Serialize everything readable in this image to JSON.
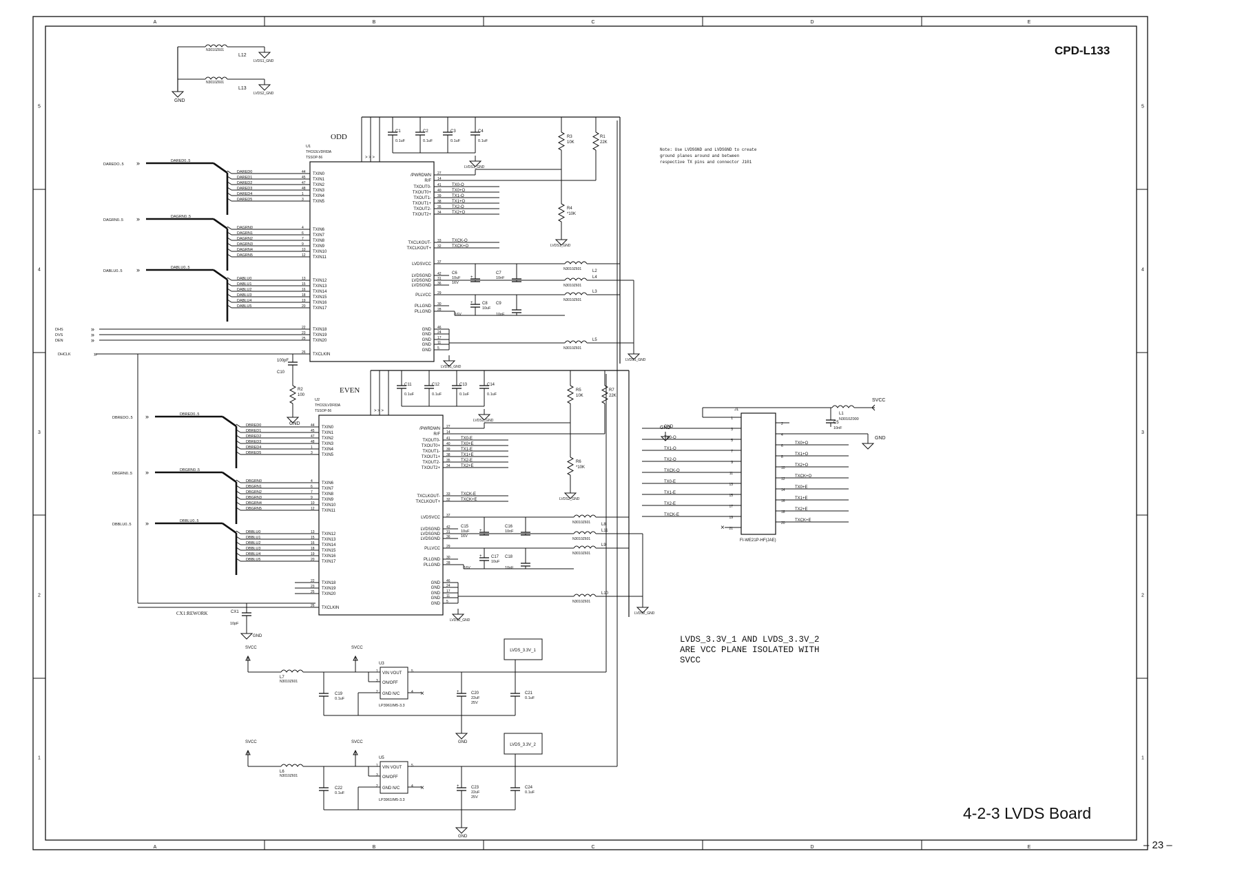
{
  "title": "CPD-L133",
  "caption": "4-2-3 LVDS Board",
  "page_number": "– 23 –",
  "zones": {
    "cols": [
      "A",
      "B",
      "C",
      "D",
      "E"
    ],
    "rows": [
      "5",
      "4",
      "3",
      "2",
      "1"
    ]
  },
  "note_small": "Note: Use LVDSGND and LVDSGND to create ground planes around and between respective TX pins and connector J101",
  "note_large": [
    "LVDS_3.3V_1 AND LVDS_3.3V_2",
    "ARE VCC PLANE ISOLATED WITH",
    "SVCC"
  ],
  "top_filters": [
    {
      "part": "N3010Z601",
      "ref": "L12",
      "net": "LVDS1_GND"
    },
    {
      "part": "N3010Z601",
      "ref": "L13",
      "net": "LVDS2_GND"
    }
  ],
  "gnd": "GND",
  "odd": {
    "label": "ODD",
    "chip": [
      "U1",
      "THC63LVDF83A",
      "TSSOP-56"
    ],
    "buses": [
      {
        "name": "DAREDO..5",
        "inner": "DARED0..5",
        "nets": [
          "DARED0",
          "DARED1",
          "DARED2",
          "DARED3",
          "DARED4",
          "DARED5"
        ],
        "pins": [
          "44",
          "45",
          "47",
          "48",
          "1",
          "3"
        ],
        "txin": [
          "TXIN0",
          "TXIN1",
          "TXIN2",
          "TXIN3",
          "TXIN4",
          "TXIN5"
        ]
      },
      {
        "name": "DAGRN0..5",
        "inner": "DAGRN0..5",
        "nets": [
          "DAGRN0",
          "DAGRN1",
          "DAGRN2",
          "DAGRN3",
          "DAGRN4",
          "DAGRN5"
        ],
        "pins": [
          "4",
          "6",
          "7",
          "9",
          "10",
          "12"
        ],
        "txin": [
          "TXIN6",
          "TXIN7",
          "TXIN8",
          "TXIN9",
          "TXIN10",
          "TXIN11"
        ]
      },
      {
        "name": "DABLU0..5",
        "inner": "DABLU0..5",
        "nets": [
          "DABLU0",
          "DABLU1",
          "DABLU2",
          "DABLU3",
          "DABLU4",
          "DABLU5"
        ],
        "pins": [
          "13",
          "15",
          "16",
          "18",
          "19",
          "20"
        ],
        "txin": [
          "TXIN12",
          "TXIN13",
          "TXIN14",
          "TXIN15",
          "TXIN16",
          "TXIN17"
        ]
      }
    ],
    "sync_nets": [
      "DHS",
      "DVS",
      "DEN"
    ],
    "sync_pins": [
      "22",
      "23",
      "25"
    ],
    "sync_txin": [
      "TXIN18",
      "TXIN19",
      "TXIN20"
    ],
    "clk_net": "DHCLK",
    "clk_pin": "26",
    "clk_label": "TXCLKIN",
    "right_pins": [
      {
        "name": "/PWRDWN",
        "pin": "27",
        "net": ""
      },
      {
        "name": "R/F",
        "pin": "14",
        "net": ""
      },
      {
        "name": "TXOUT0-",
        "pin": "41",
        "net": "TX0-O"
      },
      {
        "name": "TXOUT0+",
        "pin": "40",
        "net": "TX0+O"
      },
      {
        "name": "TXOUT1-",
        "pin": "39",
        "net": "TX1-O"
      },
      {
        "name": "TXOUT1+",
        "pin": "38",
        "net": "TX1+O"
      },
      {
        "name": "TXOUT2-",
        "pin": "35",
        "net": "TX2-O"
      },
      {
        "name": "TXOUT2+",
        "pin": "34",
        "net": "TX2+O"
      },
      {
        "name": "TXCLKOUT-",
        "pin": "33",
        "net": "TXCK-O"
      },
      {
        "name": "TXCLKOUT+",
        "pin": "32",
        "net": "TXCK+O"
      },
      {
        "name": "LVDSVCC",
        "pin": "37",
        "net": ""
      },
      {
        "name": "LVDSGND",
        "pin": "42",
        "net": ""
      },
      {
        "name": "LVDSGND",
        "pin": "31",
        "net": ""
      },
      {
        "name": "LVDSGND",
        "pin": "36",
        "net": ""
      },
      {
        "name": "PLLVCC",
        "pin": "29",
        "net": ""
      },
      {
        "name": "PLLGND",
        "pin": "30",
        "net": ""
      },
      {
        "name": "PLLGND",
        "pin": "28",
        "net": ""
      },
      {
        "name": "GND",
        "pin": "46",
        "net": ""
      },
      {
        "name": "GND",
        "pin": "24",
        "net": ""
      },
      {
        "name": "GND",
        "pin": "17",
        "net": ""
      },
      {
        "name": "GND",
        "pin": "11",
        "net": ""
      },
      {
        "name": "GND",
        "pin": "5",
        "net": ""
      }
    ],
    "caps": [
      {
        "ref": "C1",
        "val": "0.1uF"
      },
      {
        "ref": "C2",
        "val": "0.1uF"
      },
      {
        "ref": "C3",
        "val": "0.1uF"
      },
      {
        "ref": "C4",
        "val": "0.1uF"
      }
    ],
    "res": [
      {
        "ref": "R3",
        "val": "10K"
      },
      {
        "ref": "R1",
        "val": "22K"
      },
      {
        "ref": "R4",
        "val": "*10K"
      }
    ],
    "lv": [
      {
        "ref": "C6",
        "val": "10uF",
        "v": "16V"
      },
      {
        "ref": "C7",
        "val": "10nF"
      },
      {
        "ref": "C8",
        "val": "10uF",
        "v": "16V"
      },
      {
        "ref": "C9",
        "val": "10nF"
      }
    ],
    "inductors": [
      {
        "ref": "L2",
        "part": "N3010Z601"
      },
      {
        "ref": "L4",
        "part": "N3010Z601"
      },
      {
        "ref": "L3",
        "part": "N3010Z601"
      },
      {
        "ref": "L5",
        "part": "N3010Z601"
      }
    ],
    "gnd_net": "LVDS1_GND",
    "clk_cap": {
      "ref": "C10",
      "val": "100pF"
    },
    "pull_res": {
      "ref": "R2",
      "val": "100"
    }
  },
  "even": {
    "label": "EVEN",
    "chip": [
      "U2",
      "THC63LVDF83A",
      "TSSOP-56"
    ],
    "buses": [
      {
        "name": "DBREDO..5",
        "inner": "DBRED0..5",
        "nets": [
          "DBRED0",
          "DBRED1",
          "DBRED2",
          "DBRED3",
          "DBRED4",
          "DBRED5"
        ],
        "pins": [
          "44",
          "45",
          "47",
          "48",
          "1",
          "3"
        ],
        "txin": [
          "TXIN0",
          "TXIN1",
          "TXIN2",
          "TXIN3",
          "TXIN4",
          "TXIN5"
        ]
      },
      {
        "name": "DBGRN0..5",
        "inner": "DBGRN0..5",
        "nets": [
          "DBGRN0",
          "DBGRN1",
          "DBGRN2",
          "DBGRN3",
          "DBGRN4",
          "DBGRN5"
        ],
        "pins": [
          "4",
          "6",
          "7",
          "9",
          "10",
          "12"
        ],
        "txin": [
          "TXIN6",
          "TXIN7",
          "TXIN8",
          "TXIN9",
          "TXIN10",
          "TXIN11"
        ]
      },
      {
        "name": "DBBLU0..5",
        "inner": "DBBLU0..5",
        "nets": [
          "DBBLU0",
          "DBBLU1",
          "DBBLU2",
          "DBBLU3",
          "DBBLU4",
          "DBBLU5"
        ],
        "pins": [
          "13",
          "15",
          "16",
          "18",
          "19",
          "20"
        ],
        "txin": [
          "TXIN12",
          "TXIN13",
          "TXIN14",
          "TXIN15",
          "TXIN16",
          "TXIN17"
        ]
      }
    ],
    "sync_pins": [
      "22",
      "23",
      "25"
    ],
    "sync_txin": [
      "TXIN18",
      "TXIN19",
      "TXIN20"
    ],
    "clk_pin": "26",
    "clk_label": "TXCLKIN",
    "right_pins": [
      {
        "name": "/PWRDWN",
        "pin": "27",
        "net": ""
      },
      {
        "name": "R/F",
        "pin": "14",
        "net": ""
      },
      {
        "name": "TXOUT0-",
        "pin": "41",
        "net": "TX0-E"
      },
      {
        "name": "TXOUT0+",
        "pin": "40",
        "net": "TX0+E"
      },
      {
        "name": "TXOUT1-",
        "pin": "39",
        "net": "TX1-E"
      },
      {
        "name": "TXOUT1+",
        "pin": "38",
        "net": "TX1+E"
      },
      {
        "name": "TXOUT2-",
        "pin": "35",
        "net": "TX2-E"
      },
      {
        "name": "TXOUT2+",
        "pin": "34",
        "net": "TX2+E"
      },
      {
        "name": "TXCLKOUT-",
        "pin": "33",
        "net": "TXCK-E"
      },
      {
        "name": "TXCLKOUT+",
        "pin": "32",
        "net": "TXCK+E"
      },
      {
        "name": "LVDSVCC",
        "pin": "37",
        "net": ""
      },
      {
        "name": "LVDSGND",
        "pin": "42",
        "net": ""
      },
      {
        "name": "LVDSGND",
        "pin": "31",
        "net": ""
      },
      {
        "name": "LVDSGND",
        "pin": "36",
        "net": ""
      },
      {
        "name": "PLLVCC",
        "pin": "29",
        "net": ""
      },
      {
        "name": "PLLGND",
        "pin": "30",
        "net": ""
      },
      {
        "name": "PLLGND",
        "pin": "28",
        "net": ""
      },
      {
        "name": "GND",
        "pin": "46",
        "net": ""
      },
      {
        "name": "GND",
        "pin": "24",
        "net": ""
      },
      {
        "name": "GND",
        "pin": "17",
        "net": ""
      },
      {
        "name": "GND",
        "pin": "11",
        "net": ""
      },
      {
        "name": "GND",
        "pin": "5",
        "net": ""
      }
    ],
    "caps": [
      {
        "ref": "C11",
        "val": "0.1uF"
      },
      {
        "ref": "C12",
        "val": "0.1uF"
      },
      {
        "ref": "C13",
        "val": "0.1uF"
      },
      {
        "ref": "C14",
        "val": "0.1uF"
      }
    ],
    "res": [
      {
        "ref": "R5",
        "val": "10K"
      },
      {
        "ref": "R7",
        "val": "22K"
      },
      {
        "ref": "R6",
        "val": "*10K"
      }
    ],
    "lv": [
      {
        "ref": "C15",
        "val": "10uF",
        "v": "16V"
      },
      {
        "ref": "C16",
        "val": "10nF"
      },
      {
        "ref": "C17",
        "val": "10uF",
        "v": "16V"
      },
      {
        "ref": "C18",
        "val": "10nF"
      }
    ],
    "inductors": [
      {
        "ref": "L8",
        "part": "N3010Z601"
      },
      {
        "ref": "L11",
        "part": "N3010Z601"
      },
      {
        "ref": "L9",
        "part": "N3010Z601"
      },
      {
        "ref": "L10",
        "part": "N3010Z601"
      }
    ],
    "gnd_net": "LVDS2_GND",
    "cx1": {
      "ref": "CX1",
      "val": "10pF",
      "note": "CX1:REWORK"
    }
  },
  "regulators": [
    {
      "ref": "U3",
      "part": "LP3961IM5-3.3",
      "out": "LVDS_3.3V_1",
      "in": "SVCC",
      "inductor": {
        "ref": "L7",
        "part": "N3010Z601"
      },
      "cin": {
        "ref": "C19",
        "val": "0.1uF"
      },
      "cout1": {
        "ref": "C20",
        "val": "22uF",
        "v": "25V"
      },
      "cout2": {
        "ref": "C21",
        "val": "0.1uF"
      },
      "pins": [
        "VIN",
        "VOUT",
        "ON/OFF",
        "GND",
        "N/C"
      ],
      "pnums": [
        "1",
        "5",
        "3",
        "2",
        "4"
      ]
    },
    {
      "ref": "U5",
      "part": "LP3961IM5-3.3",
      "out": "LVDS_3.3V_2",
      "in": "SVCC",
      "inductor": {
        "ref": "L6",
        "part": "N3010Z601"
      },
      "cin": {
        "ref": "C22",
        "val": "0.1uF"
      },
      "cout1": {
        "ref": "C23",
        "val": "22uF",
        "v": "25V"
      },
      "cout2": {
        "ref": "C24",
        "val": "0.1uF"
      },
      "pins": [
        "VIN",
        "VOUT",
        "ON/OFF",
        "GND",
        "N/C"
      ],
      "pnums": [
        "1",
        "5",
        "3",
        "2",
        "4"
      ]
    }
  ],
  "connector": {
    "ref": "J1",
    "part": "FI-WE21P-HF(JAE)",
    "svcc": "SVCC",
    "inductor": {
      "ref": "L1",
      "part": "N3010Z000"
    },
    "cap": {
      "ref": "C5",
      "val": "10nF"
    },
    "gnd_left": "GND",
    "gnd_right": "GND",
    "left": [
      {
        "pin": "1",
        "net": ""
      },
      {
        "pin": "3",
        "net": "GND"
      },
      {
        "pin": "5",
        "net": "TX0-O"
      },
      {
        "pin": "7",
        "net": "TX1-O"
      },
      {
        "pin": "9",
        "net": "TX2-O"
      },
      {
        "pin": "11",
        "net": "TXCK-O"
      },
      {
        "pin": "13",
        "net": "TX0-E"
      },
      {
        "pin": "15",
        "net": "TX1-E"
      },
      {
        "pin": "17",
        "net": "TX2-E"
      },
      {
        "pin": "19",
        "net": "TXCK-E"
      },
      {
        "pin": "21",
        "net": ""
      }
    ],
    "right": [
      {
        "pin": "2",
        "net": ""
      },
      {
        "pin": "4",
        "net": ""
      },
      {
        "pin": "6",
        "net": "TX0+O"
      },
      {
        "pin": "8",
        "net": "TX1+O"
      },
      {
        "pin": "10",
        "net": "TX2+O"
      },
      {
        "pin": "12",
        "net": "TXCK+O"
      },
      {
        "pin": "14",
        "net": "TX0+E"
      },
      {
        "pin": "16",
        "net": "TX1+E"
      },
      {
        "pin": "18",
        "net": "TX2+E"
      },
      {
        "pin": "20",
        "net": "TXCK+E"
      }
    ]
  }
}
